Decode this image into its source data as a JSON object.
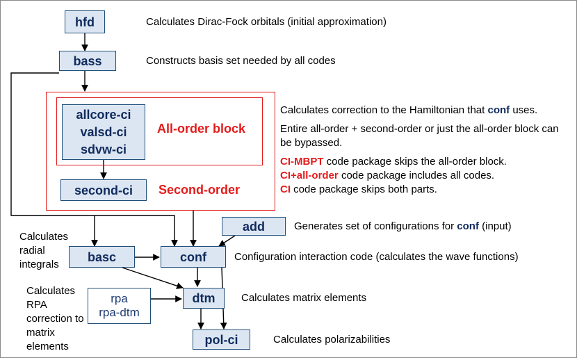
{
  "boxes": {
    "hfd": "hfd",
    "bass": "bass",
    "allcore": "allcore-ci",
    "valsd": "valsd-ci",
    "sdvw": "sdvw-ci",
    "second": "second-ci",
    "add": "add",
    "basc": "basc",
    "conf": "conf",
    "dtm": "dtm",
    "rpa": "rpa",
    "rpa_dtm": "rpa-dtm",
    "polci": "pol-ci"
  },
  "block_labels": {
    "all_order": "All-order block",
    "second_order": "Second-order"
  },
  "descriptions": {
    "hfd": "Calculates Dirac-Fock orbitals (initial approximation)",
    "bass": "Constructs basis set needed by all codes",
    "correction_pre": "Calculates correction to the Hamiltonian that ",
    "correction_conf": "conf",
    "correction_post": " uses.",
    "bypass": "Entire all-order + second-order or just the all-order block can be bypassed.",
    "pkg1_name": "CI-MBPT",
    "pkg1_text": " code package skips the all-order block.",
    "pkg2_name": "CI+all-order",
    "pkg2_text": " code package includes all codes.",
    "pkg3_name": "CI",
    "pkg3_text": " code package skips both parts.",
    "add_pre": "Generates set of configurations for ",
    "add_conf": "conf",
    "add_post": " (input)",
    "conf": "Configuration interaction code (calculates the wave functions)",
    "dtm": "Calculates matrix elements",
    "polci": "Calculates polarizabilities",
    "basc_left": "Calculates radial integrals",
    "rpa_left": "Calculates RPA correction to matrix elements"
  },
  "colors": {
    "box_fill": "#dce6f2",
    "box_border": "#1f4e79",
    "box_text": "#0f2a5c",
    "highlight_red": "#e41b1b"
  }
}
